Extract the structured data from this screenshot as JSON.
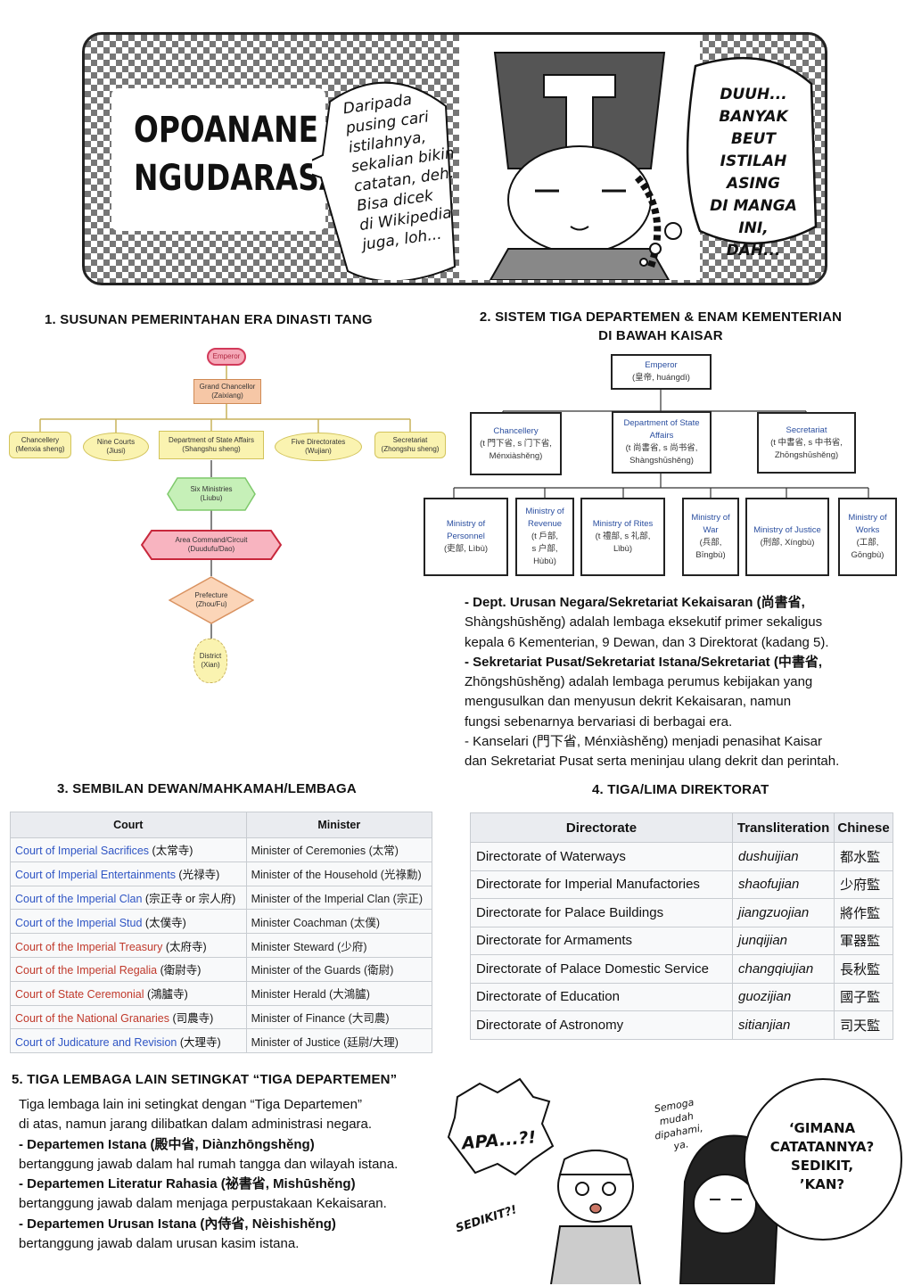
{
  "banner": {
    "title_line1": "OPOANANE",
    "title_line2": "NGUDARASA",
    "left_bubble": [
      "Daripada",
      "pusing cari",
      "istilahnya,",
      "sekalian bikin",
      "catatan, deh.",
      "Bisa dicek",
      "di Wikipedia",
      "juga, loh..."
    ],
    "right_bubble": [
      "DUUH...",
      "BANYAK BEUT",
      "ISTILAH ASING",
      "DI MANGA INI,",
      "DAH..."
    ]
  },
  "section1": {
    "heading": "1. SUSUNAN PEMERINTAHAN ERA DINASTI TANG",
    "emperor": "Emperor",
    "chancellor": [
      "Grand Chancellor",
      "(Zaixiang)"
    ],
    "row": [
      [
        "Chancellery",
        "(Menxia sheng)"
      ],
      [
        "Nine Courts",
        "(Jiusi)"
      ],
      [
        "Department of State Affairs",
        "(Shangshu sheng)"
      ],
      [
        "Five Directorates",
        "(Wujian)"
      ],
      [
        "Secretariat",
        "(Zhongshu sheng)"
      ]
    ],
    "ministries": [
      "Six Ministries",
      "(Liubu)"
    ],
    "area": [
      "Area Command/Circuit",
      "(Duudufu/Dao)"
    ],
    "prefecture": [
      "Prefecture",
      "(Zhou/Fu)"
    ],
    "district": [
      "District",
      "(Xian)"
    ]
  },
  "section2": {
    "heading_line1": "2. SISTEM TIGA DEPARTEMEN & ENAM KEMENTERIAN",
    "heading_line2": "DI BAWAH KAISAR",
    "emperor": [
      "Emperor",
      "(皇帝, huángdì)"
    ],
    "departments": [
      [
        "Chancellery",
        "(t 門下省, s 门下省,",
        "Ménxiàshěng)"
      ],
      [
        "Department of State",
        "Affairs",
        "(t 尚書省, s 尚书省,",
        "Shàngshūshěng)"
      ],
      [
        "Secretariat",
        "(t 中書省, s 中书省,",
        "Zhōngshūshěng)"
      ]
    ],
    "ministries": [
      [
        "Ministry of",
        "Personnel",
        "(吏部, Lìbù)"
      ],
      [
        "Ministry of",
        "Revenue",
        "(t 戶部,",
        "s 户部,",
        "Hùbù)"
      ],
      [
        "Ministry of Rites",
        "(t 禮部, s 礼部,",
        "Lǐbù)"
      ],
      [
        "Ministry of",
        "War",
        "(兵部,",
        "Bīngbù)"
      ],
      [
        "Ministry of Justice",
        "(刑部, Xíngbù)"
      ],
      [
        "Ministry of",
        "Works",
        "(工部,",
        "Gōngbù)"
      ]
    ],
    "notes": [
      "- Dept. Urusan Negara/Sekretariat Kekaisaran (尚書省,",
      "Shàngshūshěng) adalah lembaga eksekutif primer sekaligus",
      "kepala 6 Kementerian, 9 Dewan, dan 3 Direktorat (kadang 5).",
      "- Sekretariat Pusat/Sekretariat Istana/Sekretariat (中書省,",
      "Zhōngshūshěng) adalah lembaga perumus kebijakan yang",
      "mengusulkan dan menyusun dekrit Kekaisaran, namun",
      "fungsi sebenarnya bervariasi di berbagai era.",
      "- Kanselari (門下省, Ménxiàshěng) menjadi penasihat Kaisar",
      "dan Sekretariat Pusat serta meninjau ulang dekrit dan perintah."
    ]
  },
  "section3": {
    "heading": "3. SEMBILAN DEWAN/MAHKAMAH/LEMBAGA",
    "headers": [
      "Court",
      "Minister"
    ],
    "rows": [
      {
        "court": "Court of Imperial Sacrifices",
        "court_cn": " (太常寺)",
        "color": "blue",
        "minister": "Minister of Ceremonies (太常)"
      },
      {
        "court": "Court of Imperial Entertainments",
        "court_cn": " (光禄寺)",
        "color": "blue",
        "minister": "Minister of the Household (光祿勳)"
      },
      {
        "court": "Court of the Imperial Clan",
        "court_cn": " (宗正寺 or 宗人府)",
        "color": "blue",
        "minister": "Minister of the Imperial Clan (宗正)"
      },
      {
        "court": "Court of the Imperial Stud",
        "court_cn": " (太僕寺)",
        "color": "blue",
        "minister": "Minister Coachman (太僕)"
      },
      {
        "court": "Court of the Imperial Treasury",
        "court_cn": " (太府寺)",
        "color": "red",
        "minister": "Minister Steward (少府)"
      },
      {
        "court": "Court of the Imperial Regalia",
        "court_cn": " (衛尉寺)",
        "color": "red",
        "minister": "Minister of the Guards (衛尉)"
      },
      {
        "court": "Court of State Ceremonial",
        "court_cn": " (鴻臚寺)",
        "color": "red",
        "minister": "Minister Herald (大鴻臚)"
      },
      {
        "court": "Court of the National Granaries",
        "court_cn": " (司農寺)",
        "color": "red",
        "minister": "Minister of Finance (大司農)"
      },
      {
        "court": "Court of Judicature and Revision",
        "court_cn": " (大理寺)",
        "color": "blue",
        "minister": "Minister of Justice (廷尉/大理)"
      }
    ]
  },
  "section4": {
    "heading": "4. TIGA/LIMA DIREKTORAT",
    "headers": [
      "Directorate",
      "Transliteration",
      "Chinese"
    ],
    "rows": [
      [
        "Directorate of Waterways",
        "dushuijian",
        "都水監"
      ],
      [
        "Directorate for Imperial Manufactories",
        "shaofujian",
        "少府監"
      ],
      [
        "Directorate for Palace Buildings",
        "jiangzuojian",
        "將作監"
      ],
      [
        "Directorate for Armaments",
        "junqijian",
        "軍器監"
      ],
      [
        "Directorate of Palace Domestic Service",
        "changqiujian",
        "長秋監"
      ],
      [
        "Directorate of Education",
        "guozijian",
        "國子監"
      ],
      [
        "Directorate of Astronomy",
        "sitianjian",
        "司天監"
      ]
    ]
  },
  "section5": {
    "heading": "5. TIGA LEMBAGA LAIN SETINGKAT “TIGA DEPARTEMEN”",
    "lines": [
      "Tiga lembaga lain ini setingkat dengan “Tiga Departemen”",
      "di atas, namun jarang dilibatkan dalam administrasi negara.",
      "- Departemen Istana (殿中省, Diànzhōngshěng)",
      "bertanggung jawab dalam hal rumah tangga dan wilayah istana.",
      "- Departemen Literatur Rahasia (祕書省, Mishūshěng)",
      "bertanggung jawab dalam menjaga perpustakaan Kekaisaran.",
      "- Departemen Urusan Istana (內侍省, Nèishishěng)",
      "bertanggung jawab dalam urusan kasim istana."
    ]
  },
  "comic": {
    "apa": "APA...?!",
    "sedikit": "SEDIKIT?!",
    "semoga": [
      "Semoga",
      "mudah",
      "dipahami,",
      "ya."
    ],
    "right": [
      "‘GIMANA",
      "CATATANNYA?",
      "SEDIKIT,",
      "’KAN?"
    ]
  }
}
